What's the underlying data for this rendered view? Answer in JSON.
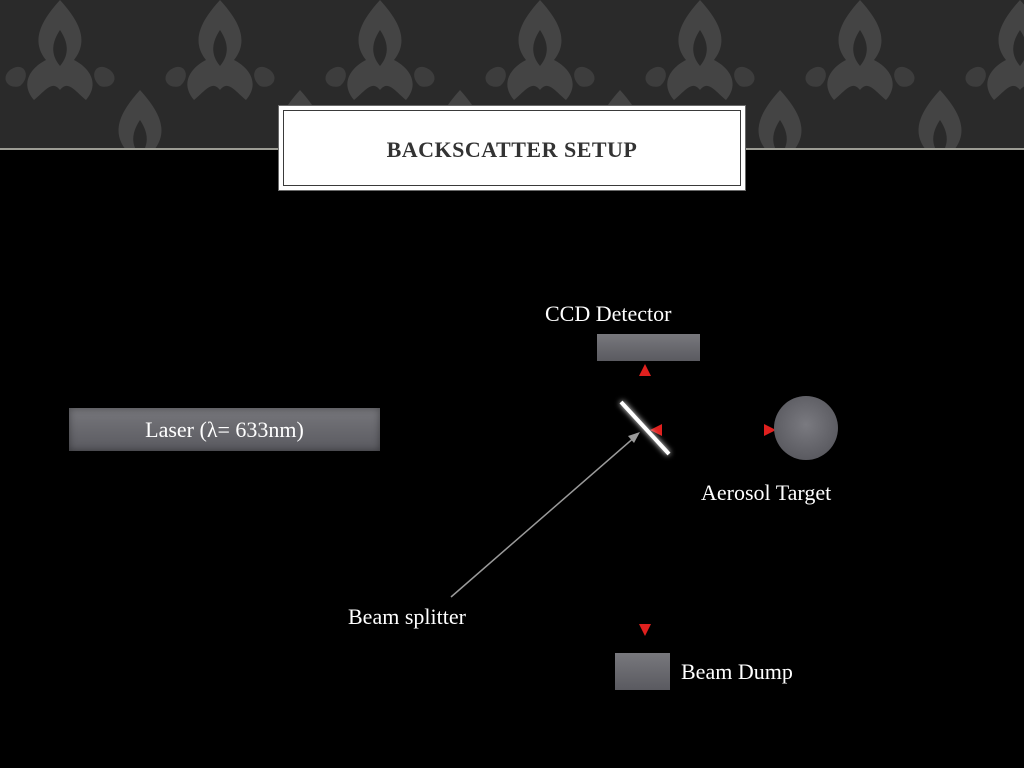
{
  "slide": {
    "title": "BACKSCATTER SETUP"
  },
  "diagram": {
    "laser_label": "Laser (λ= 633nm)",
    "ccd_label": "CCD Detector",
    "target_label": "Aerosol Target",
    "splitter_label": "Beam splitter",
    "dump_label": "Beam Dump"
  },
  "colors": {
    "beam": "#e0201e",
    "component": "#6a6a70",
    "background": "#000000",
    "header": "#2a2a2a"
  }
}
